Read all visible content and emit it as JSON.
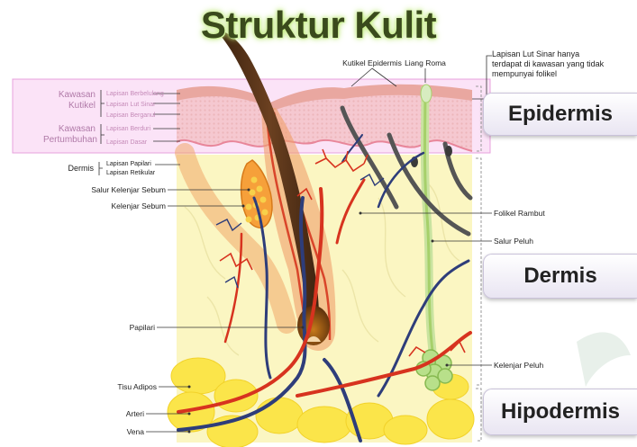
{
  "title": "Struktur Kulit",
  "layers": {
    "epidermis": "Epidermis",
    "dermis": "Dermis",
    "hipodermis": "Hipodermis"
  },
  "groups": {
    "kawasan_kutikel": [
      "Kawasan",
      "Kutikel"
    ],
    "kawasan_pertumbuhan": [
      "Kawasan",
      "Pertumbuhan"
    ],
    "dermis": "Dermis"
  },
  "labels": {
    "lapisan_berbelulang": "Lapisan Berbelulang",
    "lapisan_lut_sinar": "Lapisan Lut Sinar",
    "lapisan_berganul": "Lapisan Berganul",
    "lapisan_berduri": "Lapisan Berduri",
    "lapisan_dasar": "Lapisan Dasar",
    "lapisan_papilari": "Lapisan Papilari",
    "lapisan_retikular": "Lapisan Retikular",
    "salur_kelenjar_sebum": "Salur Kelenjar Sebum",
    "kelenjar_sebum": "Kelenjar Sebum",
    "papilari": "Papilari",
    "tisu_adipos": "Tisu Adipos",
    "arteri": "Arteri",
    "vena": "Vena",
    "kutikel_epidermis": "Kutikel Epidermis",
    "liang_roma": "Liang Roma",
    "folikel_rambut": "Folikel Rambut",
    "salur_peluh": "Salur Peluh",
    "kelenjar_peluh": "Kelenjar Peluh"
  },
  "note": "Lapisan Lut Sinar hanya terdapat di kawasan yang tidak mempunyai folikel"
}
